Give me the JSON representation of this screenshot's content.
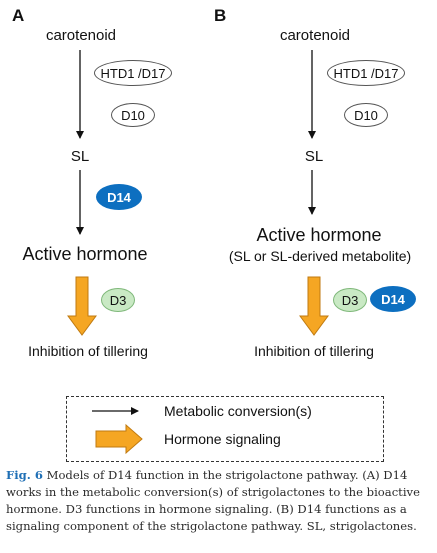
{
  "panels": {
    "A": {
      "letter": "A",
      "source": "carotenoid",
      "enzyme_1": "HTD1 /D17",
      "enzyme_2": "D10",
      "intermediate": "SL",
      "receptor": "D14",
      "product": "Active hormone",
      "signaling": "D3",
      "outcome": "Inhibition of tillering"
    },
    "B": {
      "letter": "B",
      "source": "carotenoid",
      "enzyme_1": "HTD1 /D17",
      "enzyme_2": "D10",
      "intermediate": "SL",
      "product": "Active hormone",
      "product_note": "(SL or SL-derived metabolite)",
      "signaling_1": "D3",
      "signaling_2": "D14",
      "outcome": "Inhibition of tillering"
    }
  },
  "legend": {
    "metabolic": "Metabolic conversion(s)",
    "signaling": "Hormone signaling"
  },
  "caption": {
    "label": "Fig. 6",
    "text": " Models of D14 function in the strigolactone pathway. (A) D14 works in the metabolic conversion(s) of strigolactones to the bioactive hormone. D3 functions in hormone signaling. (B) D14 functions as a signaling component of the strigolactone pathway. SL, strigolactones."
  },
  "colors": {
    "receptor_blue": "#0d6fc0",
    "signaling_green": "#c9e9c4",
    "arrow_orange": "#f5a623"
  }
}
